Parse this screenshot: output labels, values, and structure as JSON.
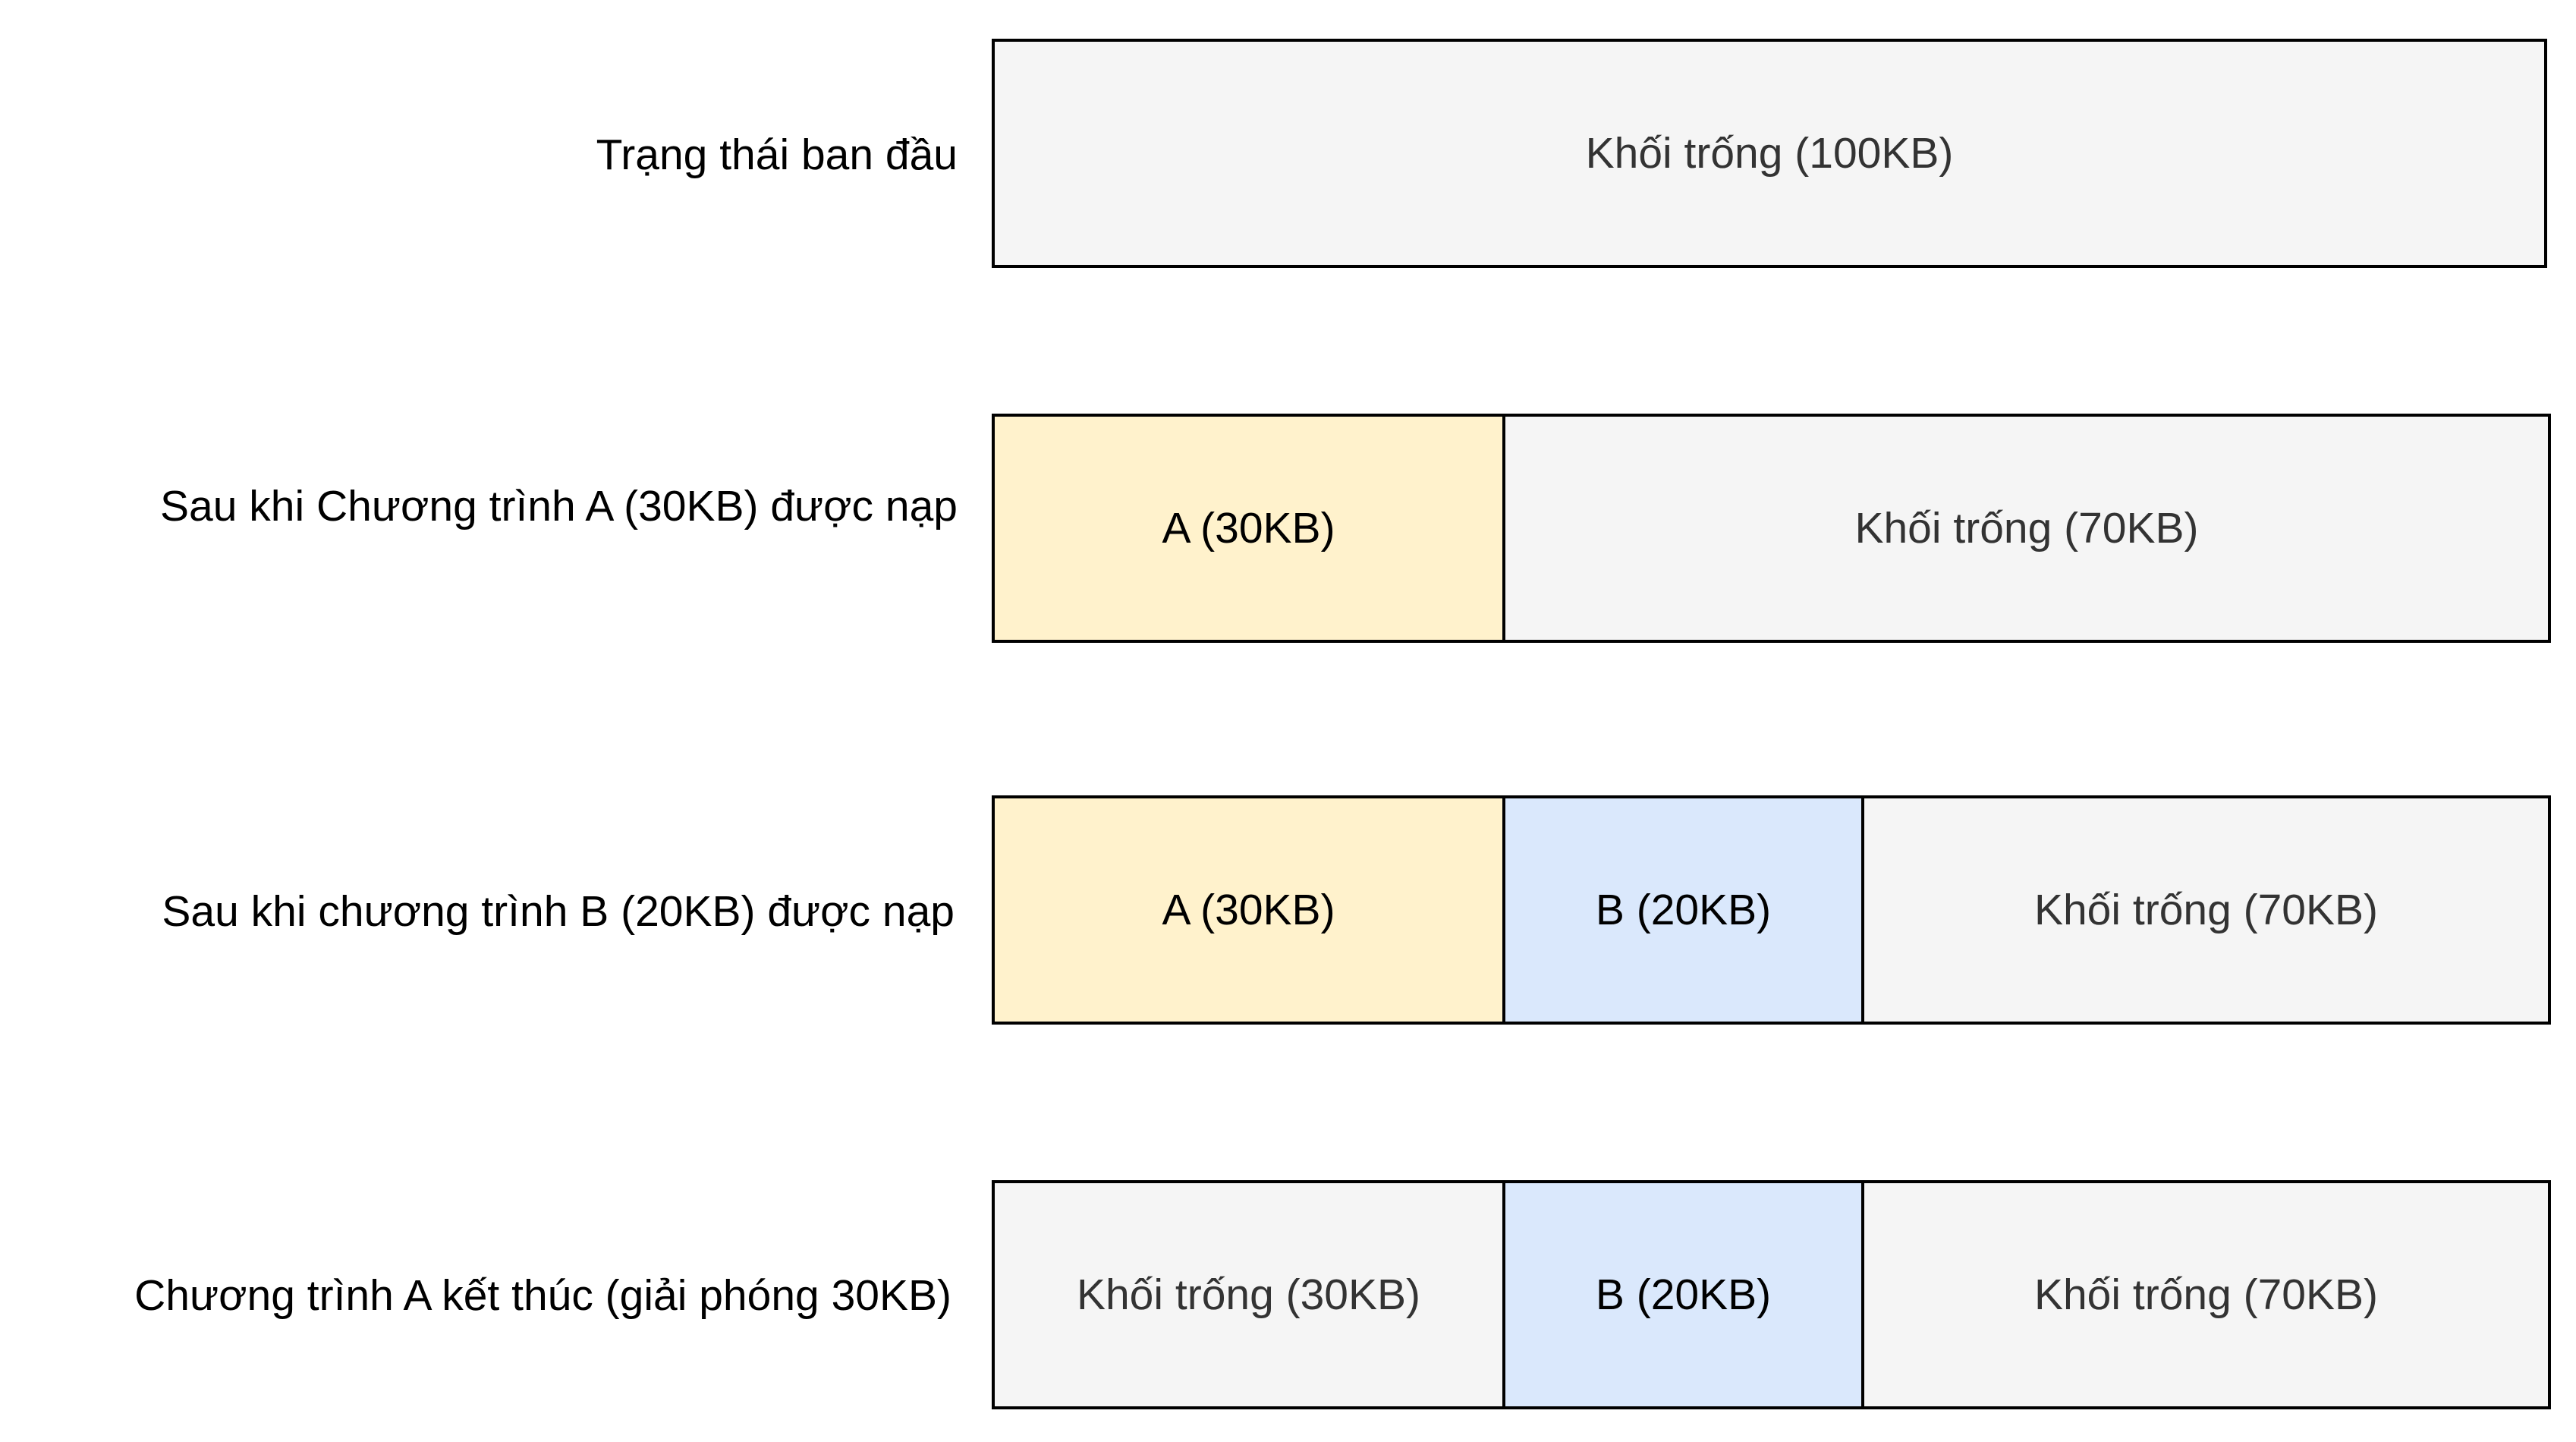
{
  "colors": {
    "free": "#f5f5f5",
    "program_a": "#fff2cc",
    "program_b": "#dae8fc",
    "border": "#000000"
  },
  "rows": [
    {
      "label": "Trạng thái ban đầu",
      "segments": [
        {
          "kind": "free",
          "text": "Khối trống (100KB)"
        }
      ]
    },
    {
      "label": "Sau khi Chương trình A (30KB) được nạp",
      "segments": [
        {
          "kind": "prog-a",
          "text": "A (30KB)"
        },
        {
          "kind": "free",
          "text": "Khối trống (70KB)"
        }
      ]
    },
    {
      "label": "Sau khi chương trình B (20KB) được nạp",
      "segments": [
        {
          "kind": "prog-a",
          "text": "A (30KB)"
        },
        {
          "kind": "prog-b",
          "text": "B (20KB)"
        },
        {
          "kind": "free",
          "text": "Khối trống (70KB)"
        }
      ]
    },
    {
      "label": "Chương trình A kết thúc (giải phóng 30KB)",
      "segments": [
        {
          "kind": "free",
          "text": "Khối trống (30KB)"
        },
        {
          "kind": "prog-b",
          "text": "B (20KB)"
        },
        {
          "kind": "free",
          "text": "Khối trống (70KB)"
        }
      ]
    }
  ]
}
